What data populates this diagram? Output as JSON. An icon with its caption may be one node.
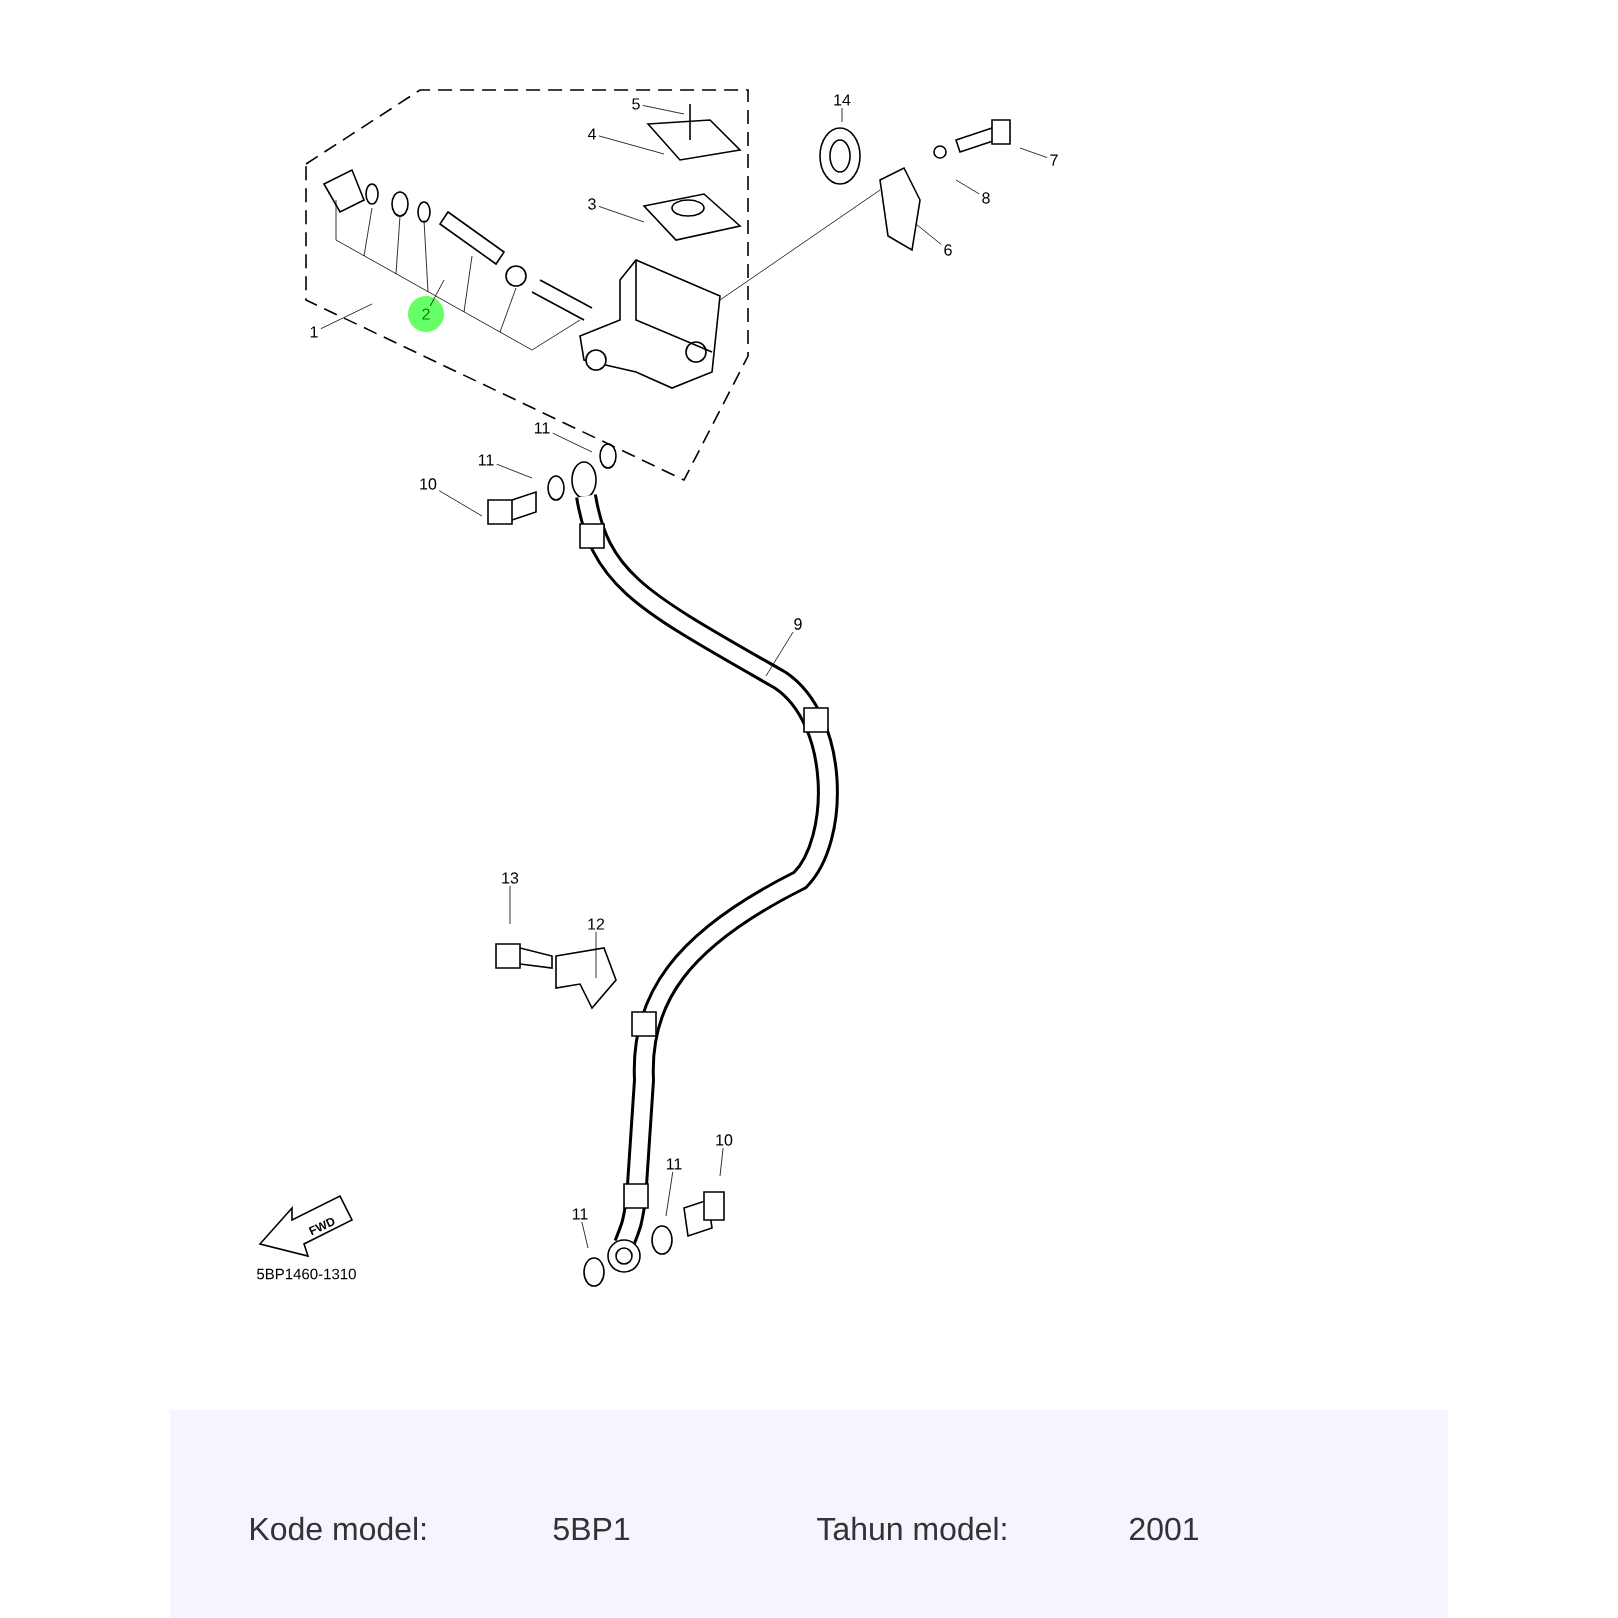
{
  "diagram": {
    "nodes": [
      {
        "text": [
          "1"
        ]
      },
      {
        "text": [
          "2"
        ]
      },
      {
        "text": [
          "3"
        ]
      },
      {
        "text": [
          "4"
        ]
      },
      {
        "text": [
          "5"
        ]
      },
      {
        "text": [
          "14"
        ]
      },
      {
        "text": [
          "7"
        ]
      },
      {
        "text": [
          "8"
        ]
      },
      {
        "text": [
          "6"
        ]
      },
      {
        "text": [
          "11"
        ]
      },
      {
        "text": [
          "11"
        ]
      },
      {
        "text": [
          "10"
        ]
      },
      {
        "text": [
          "9"
        ]
      },
      {
        "text": [
          "13"
        ]
      },
      {
        "text": [
          "12"
        ]
      },
      {
        "text": [
          "10"
        ]
      },
      {
        "text": [
          "11"
        ]
      },
      {
        "text": [
          "11"
        ]
      }
    ],
    "edges": [
      {
        "from": 0,
        "to": null,
        "arrow": "none"
      },
      {
        "from": 1,
        "to": null,
        "arrow": "none"
      },
      {
        "from": 2,
        "to": null,
        "arrow": "none"
      },
      {
        "from": 3,
        "to": null,
        "arrow": "none"
      },
      {
        "from": 4,
        "to": null,
        "arrow": "none"
      },
      {
        "from": 5,
        "to": null,
        "arrow": "none"
      },
      {
        "from": 6,
        "to": null,
        "arrow": "none"
      },
      {
        "from": 7,
        "to": null,
        "arrow": "none"
      },
      {
        "from": 8,
        "to": null,
        "arrow": "none"
      },
      {
        "from": 9,
        "to": null,
        "arrow": "none"
      },
      {
        "from": 10,
        "to": null,
        "arrow": "none"
      },
      {
        "from": 11,
        "to": null,
        "arrow": "none"
      },
      {
        "from": 12,
        "to": null,
        "arrow": "none"
      },
      {
        "from": 13,
        "to": null,
        "arrow": "none"
      },
      {
        "from": 14,
        "to": null,
        "arrow": "none"
      },
      {
        "from": 15,
        "to": null,
        "arrow": "none"
      },
      {
        "from": 16,
        "to": null,
        "arrow": "none"
      },
      {
        "from": 17,
        "to": null,
        "arrow": "none"
      }
    ],
    "labels": [
      "FWD",
      "5BP1460-1310",
      "Kode model:",
      "5BP1",
      "Tahun model:",
      "2001"
    ]
  }
}
